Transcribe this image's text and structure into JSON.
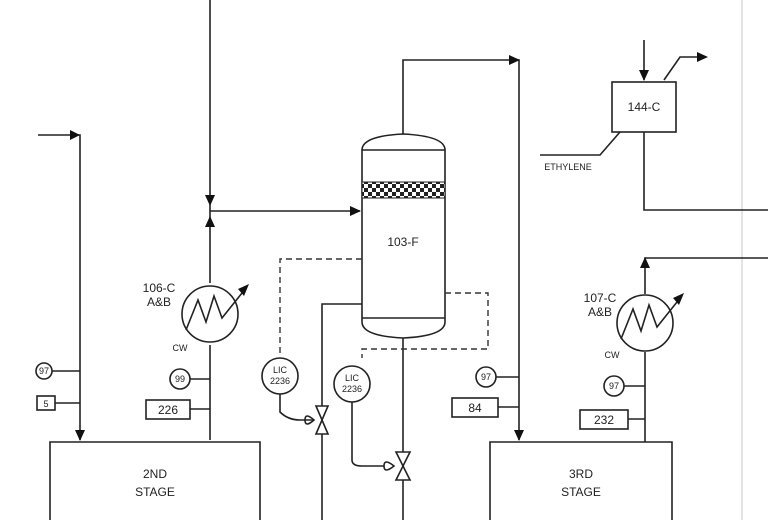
{
  "vessel": {
    "tag": "103-F"
  },
  "exchangers": {
    "left": {
      "tag": "106-C",
      "sub": "A&B",
      "cw": "CW"
    },
    "right": {
      "tag": "107-C",
      "sub": "A&B",
      "cw": "CW"
    }
  },
  "unit_144c": {
    "tag": "144-C",
    "ethylene": "ETHYLENE"
  },
  "stages": {
    "second": {
      "line1": "2ND",
      "line2": "STAGE"
    },
    "third": {
      "line1": "3RD",
      "line2": "STAGE"
    }
  },
  "controllers": {
    "lic_left": {
      "l1": "LIC",
      "l2": "2236"
    },
    "lic_right": {
      "l1": "LIC",
      "l2": "2236"
    }
  },
  "instruments": {
    "c97_left": "97",
    "c99": "99",
    "c97_mid": "97",
    "c97_right": "97"
  },
  "tags": {
    "t5": "5",
    "t226": "226",
    "t84": "84",
    "t232": "232"
  }
}
